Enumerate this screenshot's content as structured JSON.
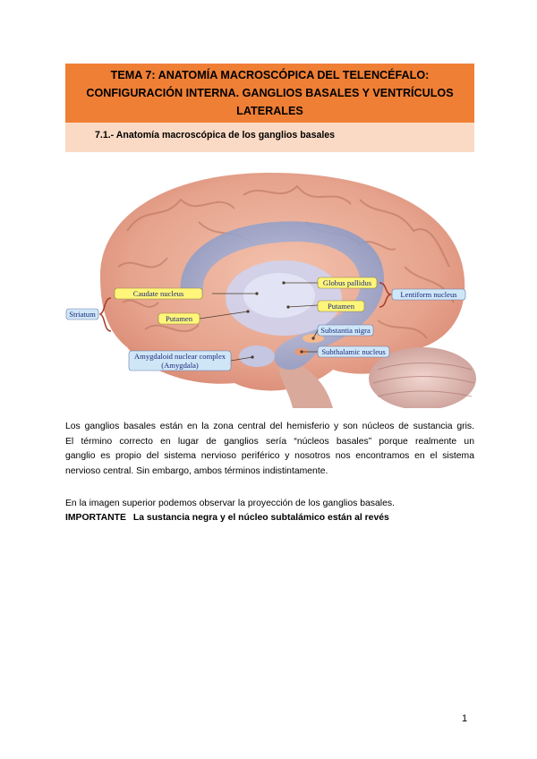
{
  "header": {
    "title_lines": [
      "TEMA 7: ANATOMÍA MACROSCÓPICA DEL TELENCÉFALO:",
      "CONFIGURACIÓN INTERNA. GANGLIOS BASALES Y VENTRÍCULOS",
      "LATERALES"
    ],
    "section": "7.1.- Anatomía macroscópica de los ganglios basales"
  },
  "figure": {
    "labels": {
      "striatum": "Striatum",
      "caudate": "Caudate nucleus",
      "putamen_left": "Putamen",
      "amygdala_line1": "Amygdaloid nuclear complex",
      "amygdala_line2": "(Amygdala)",
      "globus": "Globus pallidus",
      "putamen_right": "Putamen",
      "substantia": "Substantia nigra",
      "subthalamic": "Subthalamic nucleus",
      "lentiform": "Lentiform nucleus"
    }
  },
  "body": {
    "p1_lines": [
      "Los ganglios basales están en la zona central del hemisferio y  son núcleos de sustancia gris.",
      "El término correcto en lugar de ganglios sería “núcleos basales” porque realmente un",
      "ganglio es propio del sistema nervioso periférico y nosotros nos encontramos en el sistema",
      "nervioso central. Sin embargo, ambos términos indistintamente."
    ],
    "p2": "En la imagen superior podemos observar la proyección de los ganglios basales.",
    "p3_label": "IMPORTANTE",
    "p3_text": "La sustancia negra y el núcleo subtalámico están al revés"
  },
  "footer": {
    "page_number": "1"
  },
  "colors": {
    "title_bg": "#ef7f35",
    "subtitle_bg": "#fbdac5",
    "label_yellow": "#fff57a",
    "label_blue": "#cfe6f7"
  }
}
